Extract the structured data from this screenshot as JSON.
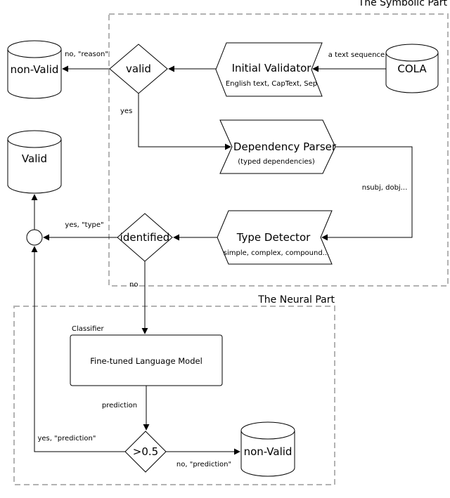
{
  "regions": {
    "symbolic_title": "The Symbolic Part",
    "neural_title": "The Neural Part"
  },
  "nodes": {
    "cola": "COLA",
    "initial_validator": {
      "title": "Initial Validator",
      "subtitle": "English text, CapText, Sep"
    },
    "valid_decision": "valid",
    "non_valid_top": "non-Valid",
    "dependency_parser": {
      "title": "Dependency Parser",
      "subtitle": "(typed dependencies)"
    },
    "valid_output": "Valid",
    "type_detector": {
      "title": "Type Detector",
      "subtitle": "simple, complex, compound..."
    },
    "identified_decision": "identified",
    "classifier_label": "Classifier",
    "language_model": "Fine-tuned Language Model",
    "threshold_decision": ">0.5",
    "non_valid_bottom": "non-Valid"
  },
  "edges": {
    "cola_to_validator": "a text sequence",
    "valid_no": "no, \"reason\"",
    "valid_yes": "yes",
    "parser_to_detector": "nsubj, dobj...",
    "identified_yes": "yes, \"type\"",
    "identified_no": "no",
    "model_to_threshold": "prediction",
    "threshold_yes": "yes, \"prediction\"",
    "threshold_no": "no, \"prediction\""
  }
}
